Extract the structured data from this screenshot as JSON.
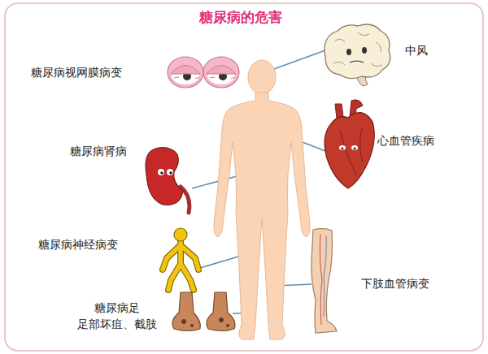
{
  "diagram": {
    "title": "糖尿病的危害",
    "labels": [
      "中风",
      "糖尿病视网膜病变",
      "心血管疾病",
      "糖尿病肾病",
      "糖尿病神经病变",
      "下肢血管病变",
      "糖尿病足 足部坏疽、截肢"
    ]
  }
}
